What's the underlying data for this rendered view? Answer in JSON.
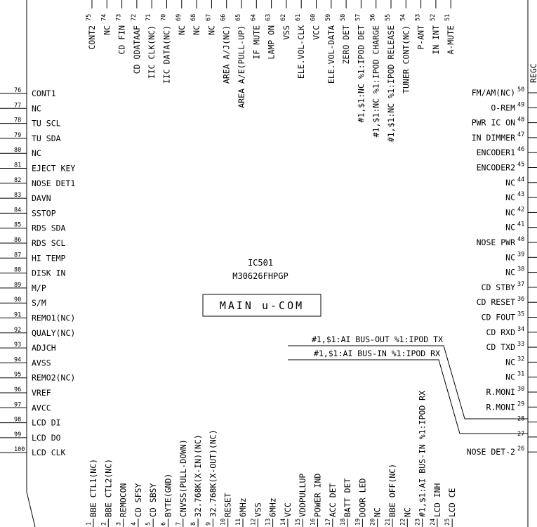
{
  "chip": {
    "reference": "IC501",
    "part_number": "M30626FHPGP",
    "label": "MAIN u-COM",
    "partial_right_text": "REGC"
  },
  "pins_left": [
    {
      "n": "76",
      "name": "CONT1"
    },
    {
      "n": "77",
      "name": "NC"
    },
    {
      "n": "78",
      "name": "TU SCL"
    },
    {
      "n": "79",
      "name": "TU SDA"
    },
    {
      "n": "80",
      "name": "NC"
    },
    {
      "n": "81",
      "name": "EJECT KEY"
    },
    {
      "n": "82",
      "name": "NOSE DET1"
    },
    {
      "n": "83",
      "name": "DAVN"
    },
    {
      "n": "84",
      "name": "SSTOP"
    },
    {
      "n": "85",
      "name": "RDS SDA"
    },
    {
      "n": "86",
      "name": "RDS SCL"
    },
    {
      "n": "87",
      "name": "HI TEMP"
    },
    {
      "n": "88",
      "name": "DISK IN"
    },
    {
      "n": "89",
      "name": "M/P"
    },
    {
      "n": "90",
      "name": "S/M"
    },
    {
      "n": "91",
      "name": "REMO1(NC)"
    },
    {
      "n": "92",
      "name": "QUALY(NC)"
    },
    {
      "n": "93",
      "name": "ADJCH"
    },
    {
      "n": "94",
      "name": "AVSS"
    },
    {
      "n": "95",
      "name": "REMO2(NC)"
    },
    {
      "n": "96",
      "name": "VREF"
    },
    {
      "n": "97",
      "name": "AVCC"
    },
    {
      "n": "98",
      "name": "LCD DI"
    },
    {
      "n": "99",
      "name": "LCD DO"
    },
    {
      "n": "100",
      "name": "LCD CLK"
    }
  ],
  "pins_right": [
    {
      "n": "50",
      "name": "FM/AM(NC)"
    },
    {
      "n": "49",
      "name": "O-REM"
    },
    {
      "n": "48",
      "name": "PWR IC ON"
    },
    {
      "n": "47",
      "name": "IN DIMMER"
    },
    {
      "n": "46",
      "name": "ENCODER1"
    },
    {
      "n": "45",
      "name": "ENCODER2"
    },
    {
      "n": "44",
      "name": "NC"
    },
    {
      "n": "43",
      "name": "NC"
    },
    {
      "n": "42",
      "name": "NC"
    },
    {
      "n": "41",
      "name": "NC"
    },
    {
      "n": "40",
      "name": "NOSE PWR"
    },
    {
      "n": "39",
      "name": "NC"
    },
    {
      "n": "38",
      "name": "NC"
    },
    {
      "n": "37",
      "name": "CD STBY"
    },
    {
      "n": "36",
      "name": "CD RESET"
    },
    {
      "n": "35",
      "name": "CD FOUT"
    },
    {
      "n": "34",
      "name": "CD RXD"
    },
    {
      "n": "33",
      "name": "CD TXD"
    },
    {
      "n": "32",
      "name": "NC"
    },
    {
      "n": "31",
      "name": "NC"
    },
    {
      "n": "30",
      "name": "R.MONI"
    },
    {
      "n": "29",
      "name": "R.MONI"
    },
    {
      "n": "28",
      "name": ""
    },
    {
      "n": "27",
      "name": ""
    },
    {
      "n": "26",
      "name": "NOSE DET-2"
    }
  ],
  "pins_top": [
    {
      "n": "75",
      "name": "CONT2"
    },
    {
      "n": "74",
      "name": "NC"
    },
    {
      "n": "73",
      "name": "CD FIN"
    },
    {
      "n": "72",
      "name": "CD QDATAAF"
    },
    {
      "n": "71",
      "name": "IIC CLK(NC)"
    },
    {
      "n": "70",
      "name": "IIC DATA(NC)"
    },
    {
      "n": "69",
      "name": "NC"
    },
    {
      "n": "68",
      "name": "NC"
    },
    {
      "n": "67",
      "name": "NC"
    },
    {
      "n": "66",
      "name": "AREA A/J(NC)"
    },
    {
      "n": "65",
      "name": "AREA A/E(PULL-UP)"
    },
    {
      "n": "64",
      "name": "IF MUTE"
    },
    {
      "n": "63",
      "name": "LAMP ON"
    },
    {
      "n": "62",
      "name": "VSS"
    },
    {
      "n": "61",
      "name": "ELE.VOL-CLK"
    },
    {
      "n": "60",
      "name": "VCC"
    },
    {
      "n": "59",
      "name": "ELE.VOL-DATA"
    },
    {
      "n": "58",
      "name": "ZERO DET"
    },
    {
      "n": "57",
      "name": "#1,$1:NC %1:IPOD DET"
    },
    {
      "n": "56",
      "name": "#1,$1:NC %1:IPOD CHARGE"
    },
    {
      "n": "55",
      "name": "#1,$1:NC %1:IPOD RELEASE"
    },
    {
      "n": "54",
      "name": "TUNER CONT(NC)"
    },
    {
      "n": "53",
      "name": "P-ANT"
    },
    {
      "n": "52",
      "name": "IN INT"
    },
    {
      "n": "51",
      "name": "A-MUTE"
    }
  ],
  "pins_bottom": [
    {
      "n": "1",
      "name": "BBE CTL1(NC)"
    },
    {
      "n": "2",
      "name": "BBE CTL2(NC)"
    },
    {
      "n": "3",
      "name": "REMOCON"
    },
    {
      "n": "4",
      "name": "CD SFSY"
    },
    {
      "n": "5",
      "name": "CD SBSY"
    },
    {
      "n": "6",
      "name": "BYTE(GND)"
    },
    {
      "n": "7",
      "name": "CNVSS(PULL-DOWN)"
    },
    {
      "n": "8",
      "name": "32.768K(X-IN)(NC)"
    },
    {
      "n": "9",
      "name": "32.768K(X-OUT)(NC)"
    },
    {
      "n": "10",
      "name": "RESET"
    },
    {
      "n": "11",
      "name": "6MHz"
    },
    {
      "n": "12",
      "name": "VSS"
    },
    {
      "n": "13",
      "name": "6MHz"
    },
    {
      "n": "14",
      "name": "VCC"
    },
    {
      "n": "15",
      "name": "VDDPULLUP"
    },
    {
      "n": "16",
      "name": "POWER IND"
    },
    {
      "n": "17",
      "name": "ACC DET"
    },
    {
      "n": "18",
      "name": "BATT DET"
    },
    {
      "n": "19",
      "name": "DOOR LED"
    },
    {
      "n": "20",
      "name": "NC"
    },
    {
      "n": "21",
      "name": "BBE OFF(NC)"
    },
    {
      "n": "22",
      "name": "NC"
    },
    {
      "n": "23",
      "name": "#1,$1:AI BUS-IN %1:IPOD RX"
    },
    {
      "n": "24",
      "name": "LCD INH"
    },
    {
      "n": "25",
      "name": "LCD CE"
    }
  ],
  "bus_labels": {
    "tx": "#1,$1:AI BUS-OUT %1:IPOD TX",
    "rx": "#1,$1:AI BUS-IN %1:IPOD RX"
  }
}
